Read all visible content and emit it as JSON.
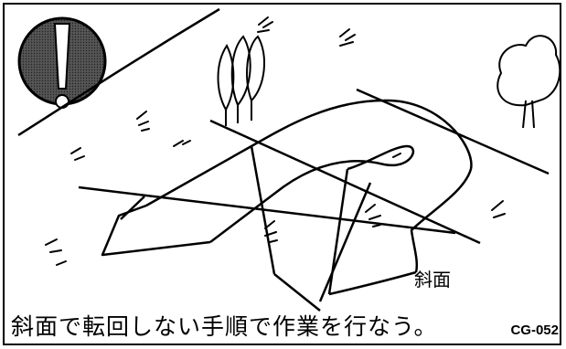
{
  "slope_label": "斜面",
  "caption": "斜面で転回しない手順で作業を行なう。",
  "figure_code": "CG-052",
  "colors": {
    "ink": "#000000",
    "background": "#ffffff",
    "warning_disc": "#4a4a4a",
    "warning_mark": "#ffffff"
  },
  "icons": [
    "warning-exclamation-icon",
    "tree-icon",
    "grass-tuft-icon"
  ]
}
